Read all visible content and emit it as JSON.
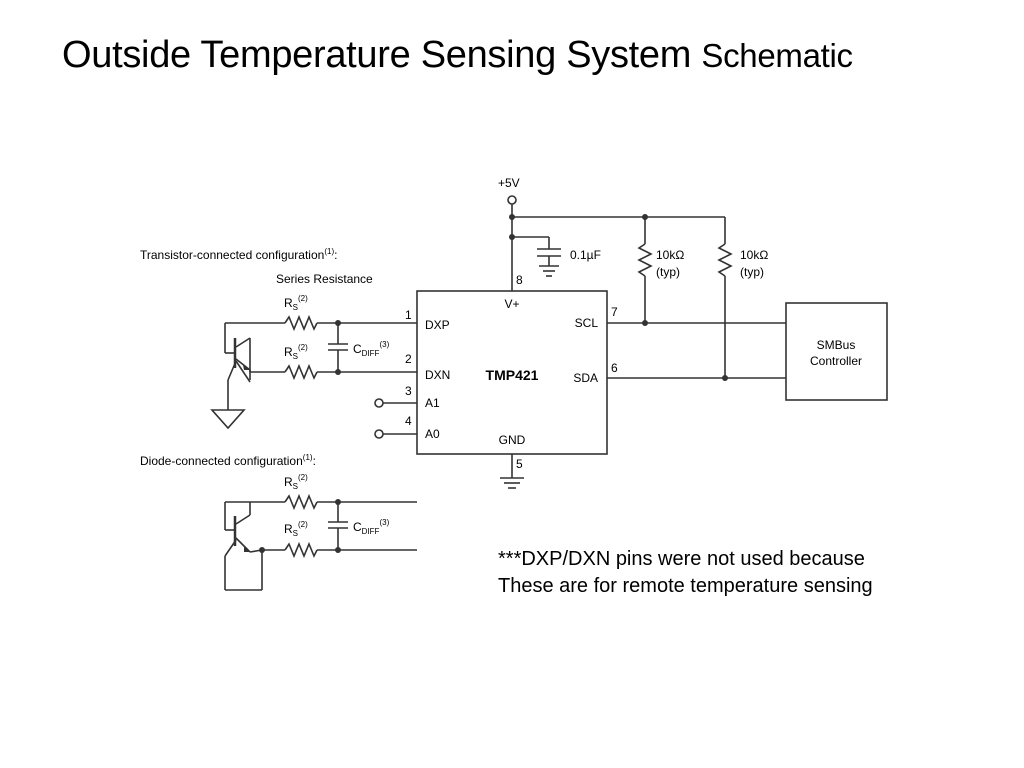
{
  "slide": {
    "title_main": "Outside Temperature Sensing System",
    "title_sub": "Schematic",
    "note_line1": "***DXP/DXN pins were not used because",
    "note_line2": "These are for remote temperature sensing"
  },
  "schematic": {
    "supply_label": "+5V",
    "cap_value": "0.1µF",
    "pullup_value": "10kΩ",
    "pullup_note": "(typ)",
    "ic_name": "TMP421",
    "ic_pins": [
      {
        "num": "8",
        "name": "V+"
      },
      {
        "num": "1",
        "name": "DXP"
      },
      {
        "num": "2",
        "name": "DXN"
      },
      {
        "num": "3",
        "name": "A1"
      },
      {
        "num": "4",
        "name": "A0"
      },
      {
        "num": "5",
        "name": "GND"
      },
      {
        "num": "7",
        "name": "SCL"
      },
      {
        "num": "6",
        "name": "SDA"
      }
    ],
    "controller_line1": "SMBus",
    "controller_line2": "Controller",
    "transistor_config": "Transistor-connected configuration",
    "diode_config": "Diode-connected configuration",
    "config_footnote": "(1)",
    "series_resistance": "Series Resistance",
    "rs_main": "R",
    "rs_sub": "S",
    "rs_footnote": "(2)",
    "cdiff_main": "C",
    "cdiff_sub": "DIFF",
    "cdiff_footnote": "(3)"
  }
}
